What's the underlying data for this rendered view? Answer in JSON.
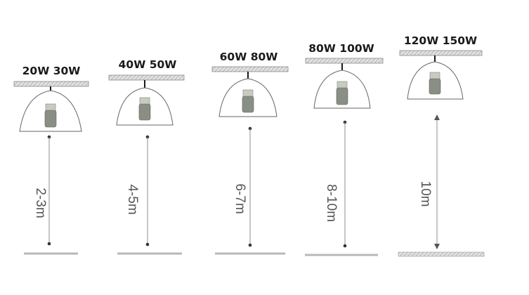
{
  "diagram": {
    "fixtures": [
      {
        "wattage": "20W 30W",
        "height": "2-3m"
      },
      {
        "wattage": "40W 50W",
        "height": "4-5m"
      },
      {
        "wattage": "60W 80W",
        "height": "6-7m"
      },
      {
        "wattage": "80W 100W",
        "height": "8-10m"
      },
      {
        "wattage": "120W 150W",
        "height": "10m"
      }
    ],
    "colors": {
      "ink": "#1a1a1a",
      "ceiling_fill": "#d9d9d9",
      "ceiling_stroke": "#8a8a8a",
      "shade_stroke": "#666666",
      "bulb_body": "#8a8f86",
      "bulb_base": "#c8ccc0",
      "floor": "#b8b8b8",
      "height_text": "#555555"
    },
    "icons": [
      "ceiling-mount-icon",
      "pendant-shade-icon",
      "corn-bulb-icon",
      "height-arrow-icon",
      "floor-line-icon"
    ]
  }
}
